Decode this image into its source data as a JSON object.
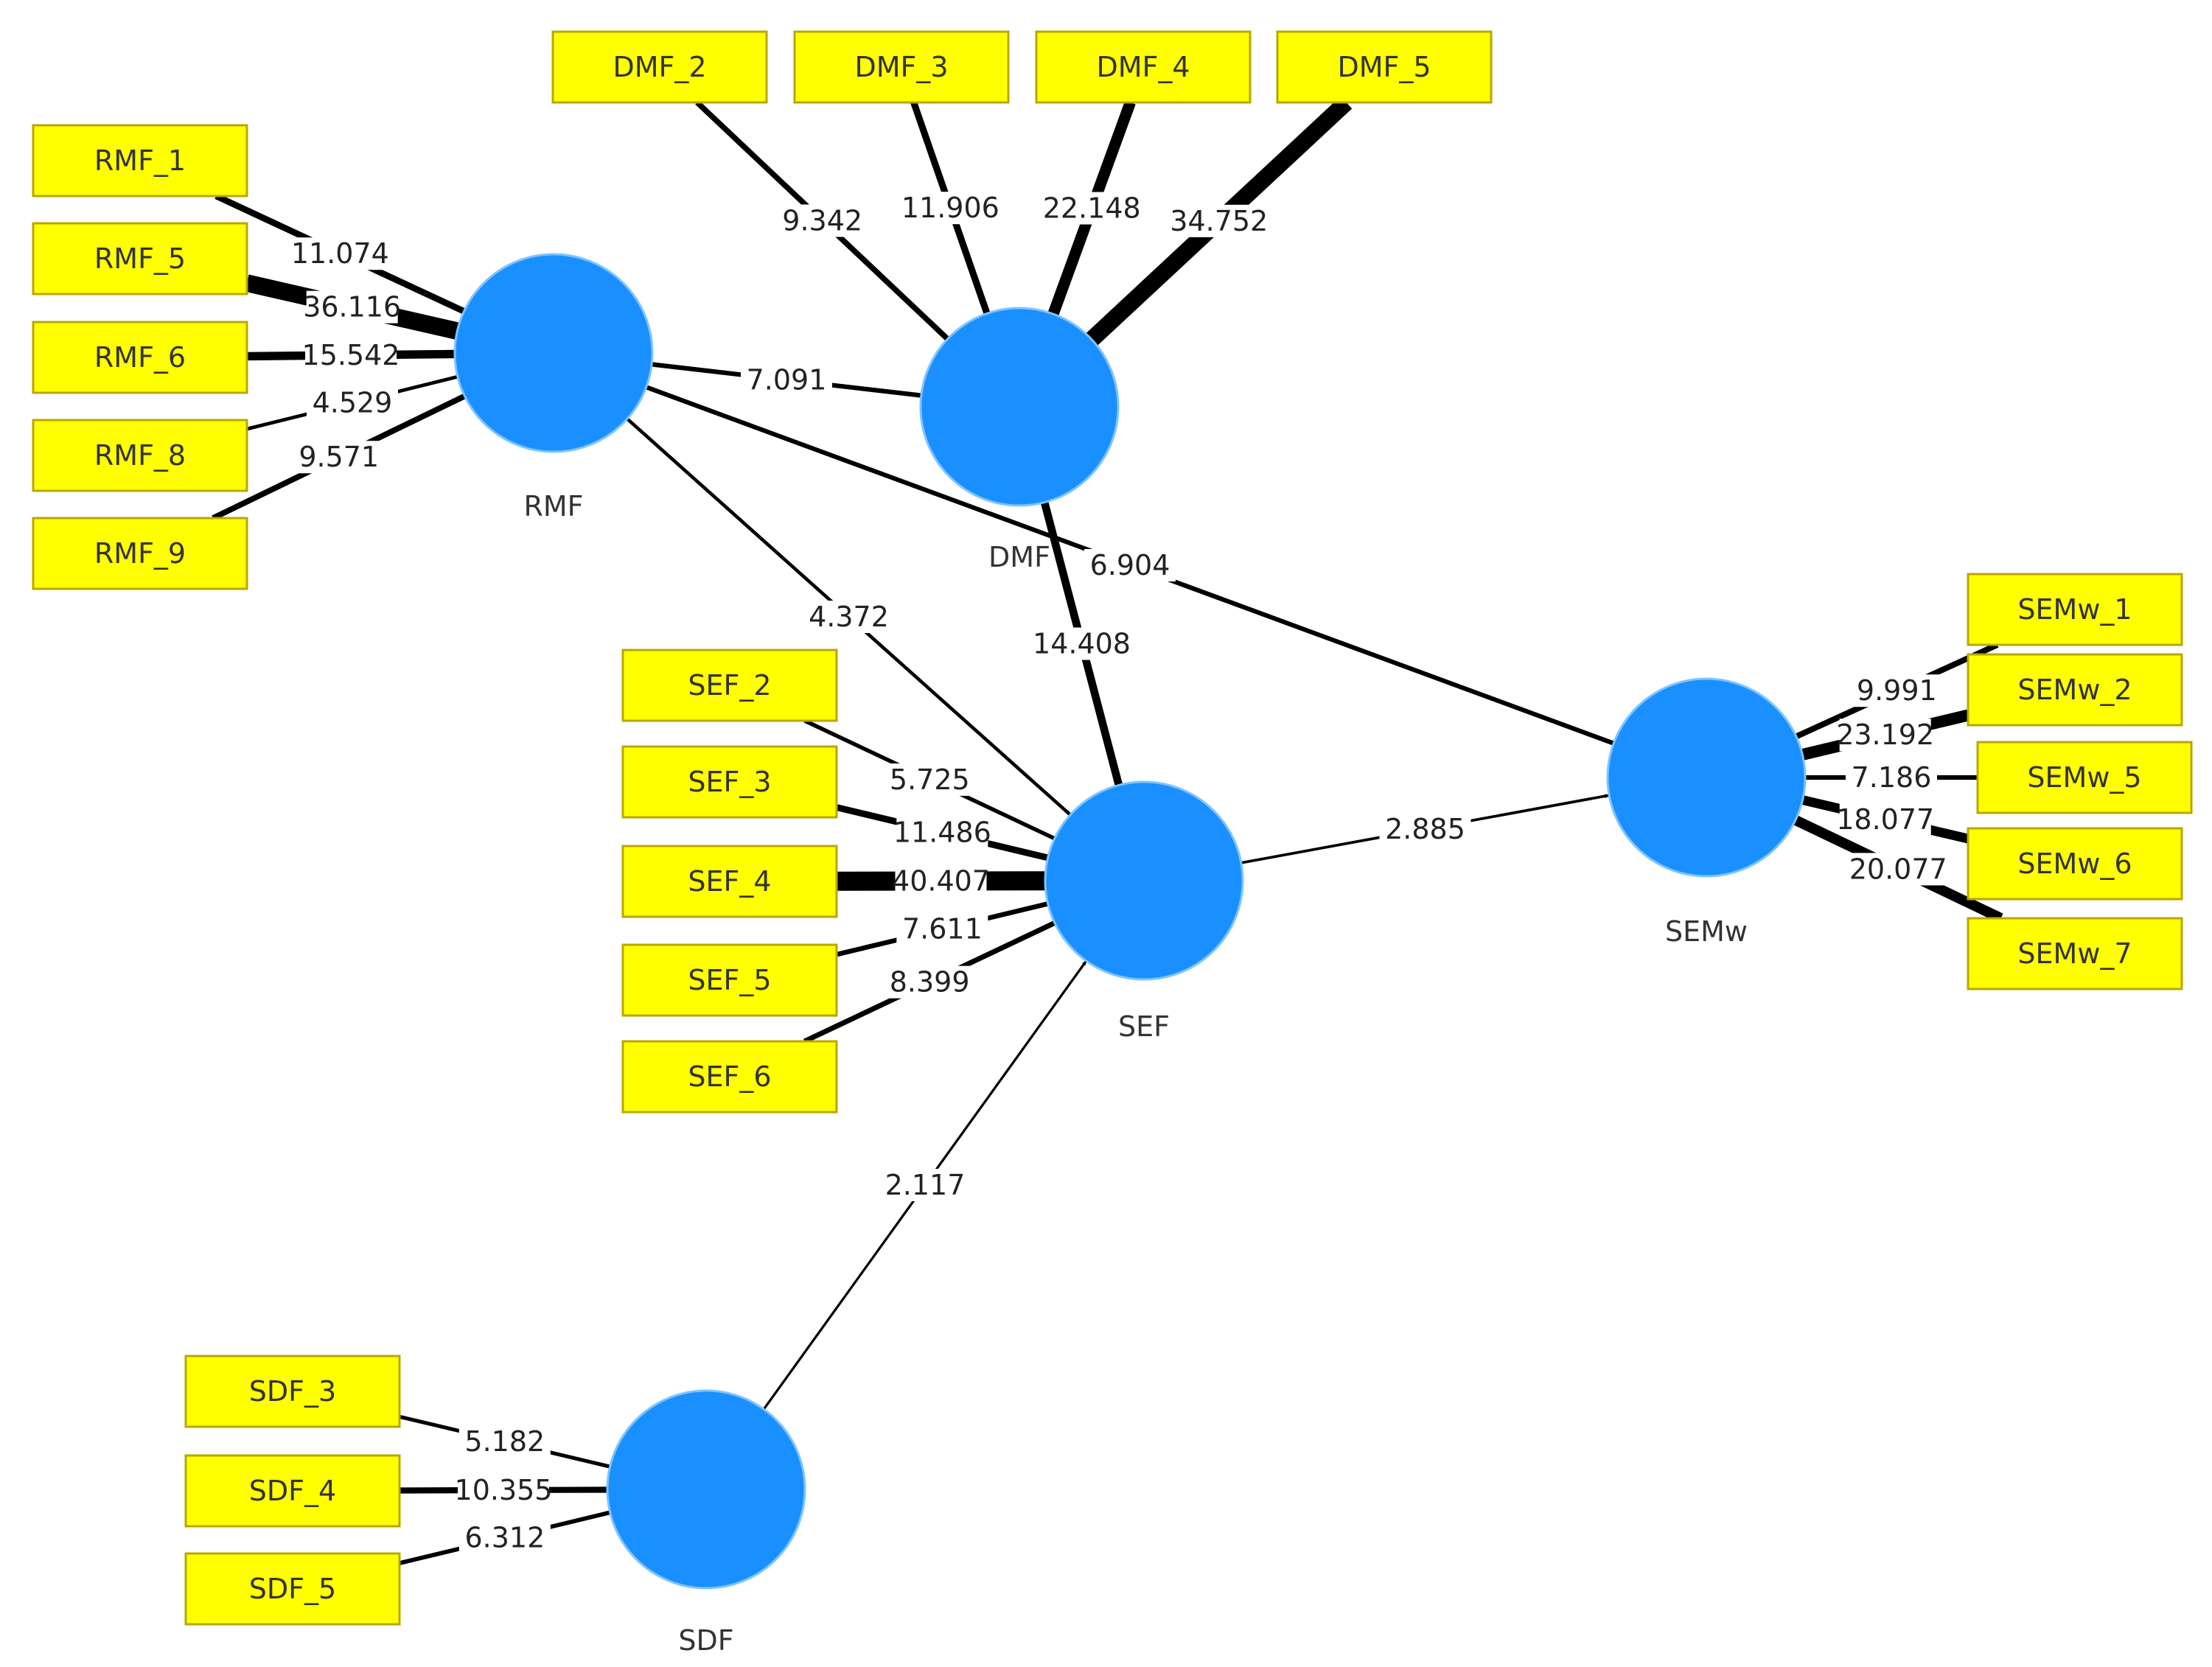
{
  "constructs": [
    {
      "id": "RMF",
      "label": "RMF"
    },
    {
      "id": "DMF",
      "label": "DMF"
    },
    {
      "id": "SEF",
      "label": "SEF"
    },
    {
      "id": "SEMw",
      "label": "SEMw"
    },
    {
      "id": "SDF",
      "label": "SDF"
    }
  ],
  "indicators": [
    {
      "id": "RMF_1",
      "label": "RMF_1"
    },
    {
      "id": "RMF_5",
      "label": "RMF_5"
    },
    {
      "id": "RMF_6",
      "label": "RMF_6"
    },
    {
      "id": "RMF_8",
      "label": "RMF_8"
    },
    {
      "id": "RMF_9",
      "label": "RMF_9"
    },
    {
      "id": "DMF_2",
      "label": "DMF_2"
    },
    {
      "id": "DMF_3",
      "label": "DMF_3"
    },
    {
      "id": "DMF_4",
      "label": "DMF_4"
    },
    {
      "id": "DMF_5",
      "label": "DMF_5"
    },
    {
      "id": "SEF_2",
      "label": "SEF_2"
    },
    {
      "id": "SEF_3",
      "label": "SEF_3"
    },
    {
      "id": "SEF_4",
      "label": "SEF_4"
    },
    {
      "id": "SEF_5",
      "label": "SEF_5"
    },
    {
      "id": "SEF_6",
      "label": "SEF_6"
    },
    {
      "id": "SEMw_1",
      "label": "SEMw_1"
    },
    {
      "id": "SEMw_2",
      "label": "SEMw_2"
    },
    {
      "id": "SEMw_5",
      "label": "SEMw_5"
    },
    {
      "id": "SEMw_6",
      "label": "SEMw_6"
    },
    {
      "id": "SEMw_7",
      "label": "SEMw_7"
    },
    {
      "id": "SDF_3",
      "label": "SDF_3"
    },
    {
      "id": "SDF_4",
      "label": "SDF_4"
    },
    {
      "id": "SDF_5",
      "label": "SDF_5"
    }
  ],
  "paths": [
    {
      "from": "RMF",
      "to": "RMF_1",
      "value": "11.074"
    },
    {
      "from": "RMF",
      "to": "RMF_5",
      "value": "36.116"
    },
    {
      "from": "RMF",
      "to": "RMF_6",
      "value": "15.542"
    },
    {
      "from": "RMF",
      "to": "RMF_8",
      "value": "4.529"
    },
    {
      "from": "RMF",
      "to": "RMF_9",
      "value": "9.571"
    },
    {
      "from": "DMF",
      "to": "DMF_2",
      "value": "9.342"
    },
    {
      "from": "DMF",
      "to": "DMF_3",
      "value": "11.906"
    },
    {
      "from": "DMF",
      "to": "DMF_4",
      "value": "22.148"
    },
    {
      "from": "DMF",
      "to": "DMF_5",
      "value": "34.752"
    },
    {
      "from": "RMF",
      "to": "DMF",
      "value": "7.091"
    },
    {
      "from": "RMF",
      "to": "SEF",
      "value": "4.372"
    },
    {
      "from": "RMF",
      "to": "SEMw",
      "value": "6.904"
    },
    {
      "from": "DMF",
      "to": "SEF",
      "value": "14.408"
    },
    {
      "from": "SEF",
      "to": "SEMw",
      "value": "2.885"
    },
    {
      "from": "SDF",
      "to": "SEF",
      "value": "2.117"
    },
    {
      "from": "SEF",
      "to": "SEF_2",
      "value": "5.725"
    },
    {
      "from": "SEF",
      "to": "SEF_3",
      "value": "11.486"
    },
    {
      "from": "SEF",
      "to": "SEF_4",
      "value": "40.407"
    },
    {
      "from": "SEF",
      "to": "SEF_5",
      "value": "7.611"
    },
    {
      "from": "SEF",
      "to": "SEF_6",
      "value": "8.399"
    },
    {
      "from": "SEMw",
      "to": "SEMw_1",
      "value": "9.991"
    },
    {
      "from": "SEMw",
      "to": "SEMw_2",
      "value": "23.192"
    },
    {
      "from": "SEMw",
      "to": "SEMw_5",
      "value": "7.186"
    },
    {
      "from": "SEMw",
      "to": "SEMw_6",
      "value": "18.077"
    },
    {
      "from": "SEMw",
      "to": "SEMw_7",
      "value": "20.077"
    },
    {
      "from": "SDF",
      "to": "SDF_3",
      "value": "5.182"
    },
    {
      "from": "SDF",
      "to": "SDF_4",
      "value": "10.355"
    },
    {
      "from": "SDF",
      "to": "SDF_5",
      "value": "6.312"
    }
  ],
  "colors": {
    "construct_fill": "#1a8fff",
    "indicator_fill": "#ffff00",
    "arrow": "#000000"
  }
}
